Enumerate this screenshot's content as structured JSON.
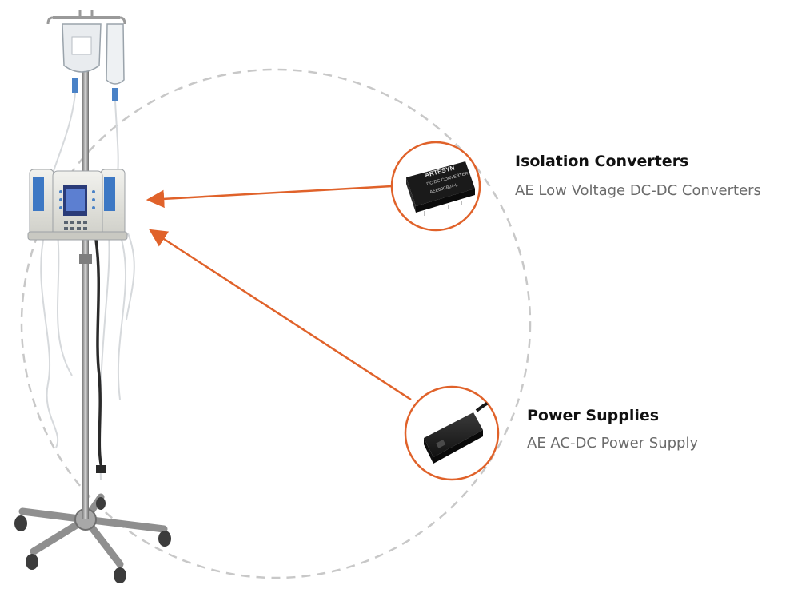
{
  "colors": {
    "accent": "#e0622a",
    "dashed_circle": "#c8c8c8",
    "title": "#111111",
    "subtitle": "#6b6b6b"
  },
  "callouts": [
    {
      "title": "Isolation Converters",
      "subtitle": "AE Low Voltage DC-DC Converters",
      "product_icon": "dc-dc-converter-module-icon",
      "module_label_lines": [
        "ARTESYN",
        "DC/DC CONVERTER",
        "AEE00CB24-L"
      ]
    },
    {
      "title": "Power Supplies",
      "subtitle": "AE AC-DC Power Supply",
      "product_icon": "ac-dc-power-brick-icon"
    }
  ],
  "device": {
    "icon": "iv-pole-infusion-pump-icon"
  }
}
